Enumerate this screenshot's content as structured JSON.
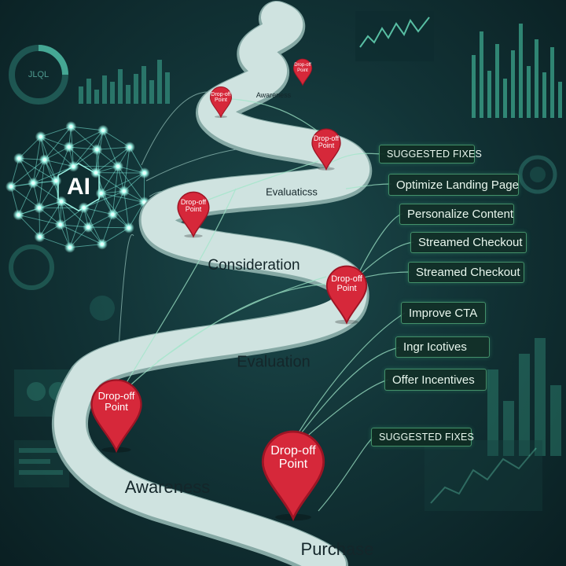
{
  "ai_hub": {
    "label": "AI",
    "icon": "neural-network-icon"
  },
  "dashboard_bg": {
    "gauge_text": "JLQL"
  },
  "journey": {
    "stages": [
      {
        "id": "awareness-top",
        "label": "Awareness"
      },
      {
        "id": "evaluation-top",
        "label": "Evaluaticss"
      },
      {
        "id": "consideration",
        "label": "Consideration"
      },
      {
        "id": "evaluation",
        "label": "Evaluation"
      },
      {
        "id": "awareness",
        "label": "Awareness"
      },
      {
        "id": "purchase",
        "label": "Purchase"
      }
    ],
    "drop_off_pins": [
      {
        "id": "pin-1",
        "label": "Drop-off Point",
        "icon": "map-pin-icon"
      },
      {
        "id": "pin-2",
        "label": "Drop-off Point",
        "icon": "map-pin-icon"
      },
      {
        "id": "pin-3",
        "label": "Drop-off Point",
        "icon": "map-pin-icon"
      },
      {
        "id": "pin-4",
        "label": "Drop-off Point",
        "icon": "map-pin-icon"
      },
      {
        "id": "pin-5",
        "label": "Drop-off Point",
        "icon": "map-pin-icon"
      },
      {
        "id": "pin-6",
        "label": "Drop-off Point",
        "icon": "map-pin-icon"
      },
      {
        "id": "pin-7",
        "label": "Drop-off Point",
        "icon": "map-pin-icon"
      }
    ]
  },
  "suggested_fixes": {
    "header_1": "SUGGESTED FIXES",
    "items": [
      "Optimize Landing Page",
      "Personalize Content",
      "Streamed Checkout",
      "Streamed Checkout",
      "Improve CTA",
      "Ingr Icotives",
      "Offer Incentives"
    ],
    "header_2": "SUGGESTED FIXES"
  },
  "colors": {
    "path": "#c7dedb",
    "path_edge": "#93b6b2",
    "pin_red": "#d6283a",
    "pin_dark": "#9c1424",
    "network": "#7ef0df",
    "accent_green": "#6be3a0",
    "background": "#12373a"
  }
}
